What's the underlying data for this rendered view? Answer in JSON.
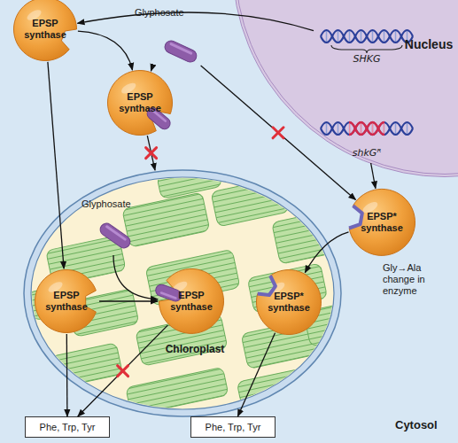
{
  "diagram": {
    "nodes": [
      {
        "text": [
          "Nucleus"
        ]
      },
      {
        "text": [
          "SHKG"
        ],
        "in": 0
      },
      {
        "text": [
          "shkGᴿ"
        ],
        "in": 0
      },
      {
        "text": [
          "EPSP synthase"
        ]
      },
      {
        "text": [
          "Glyphosate"
        ]
      },
      {
        "text": [
          "EPSP synthase"
        ]
      },
      {
        "text": [
          "EPSP* synthase"
        ]
      },
      {
        "text": [
          "Chloroplast"
        ]
      },
      {
        "text": [
          "Glyphosate"
        ],
        "in": 7
      },
      {
        "text": [
          "EPSP synthase"
        ],
        "in": 7
      },
      {
        "text": [
          "EPSP synthase"
        ],
        "in": 7
      },
      {
        "text": [
          "EPSP* synthase"
        ],
        "in": 7
      },
      {
        "text": [
          "Phe, Trp, Tyr"
        ]
      },
      {
        "text": [
          "Phe, Trp, Tyr"
        ]
      }
    ],
    "edges": [
      {
        "from": 1,
        "to": 3,
        "arrow": "to"
      },
      {
        "from": 3,
        "to": 5,
        "arrow": "to"
      },
      {
        "from": 4,
        "to": 5,
        "arrow": "to"
      },
      {
        "from": 5,
        "to": 7,
        "arrow": "to"
      },
      {
        "from": 4,
        "to": 6,
        "arrow": "to"
      },
      {
        "from": 2,
        "to": 6,
        "arrow": "to"
      },
      {
        "from": 6,
        "to": 11,
        "arrow": "to"
      },
      {
        "from": 3,
        "to": 9,
        "arrow": "to"
      },
      {
        "from": 9,
        "to": 10,
        "arrow": "to"
      },
      {
        "from": 8,
        "to": 10,
        "arrow": "to"
      },
      {
        "from": 10,
        "to": 12,
        "arrow": "to"
      },
      {
        "from": 9,
        "to": 12,
        "arrow": "to"
      },
      {
        "from": 11,
        "to": 13,
        "arrow": "to"
      }
    ],
    "labels": [
      "Gly→Ala change in enzyme",
      "Cytosol"
    ]
  }
}
